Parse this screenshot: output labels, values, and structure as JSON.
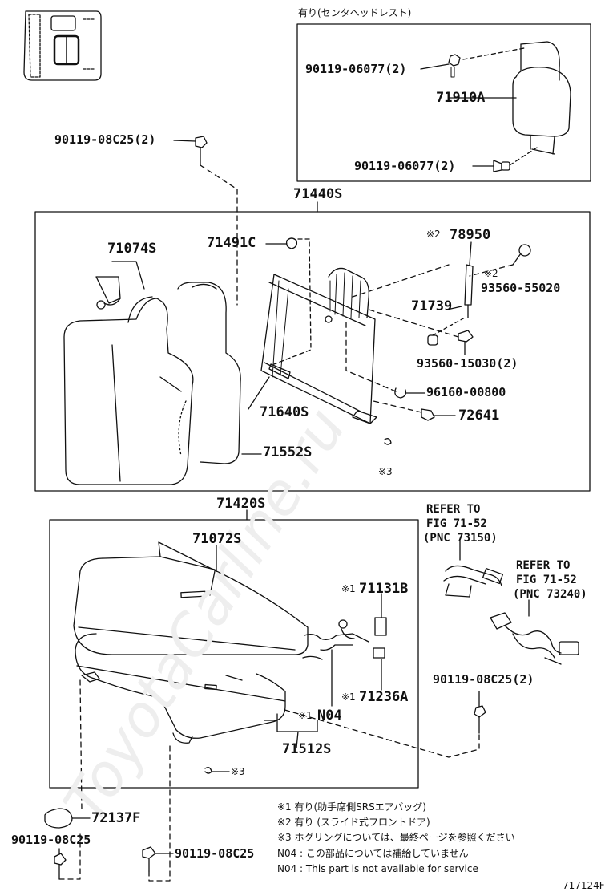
{
  "header_note": "有り(センタヘッドレスト)",
  "inset_parts": {
    "bolt_upper": "90119-06077(2)",
    "headrest": "71910A",
    "bolt_lower": "90119-06077(2)"
  },
  "back_assembly": {
    "top_bolt": "90119-08C25(2)",
    "assembly": "71440S",
    "frame_cover": "71074S",
    "clip": "71491C",
    "lock_note_mark": "※2",
    "lock": "78950",
    "bolt_note_mark": "※2",
    "bolt": "93560-55020",
    "bushing": "71739",
    "bolt2": "93560-15030(2)",
    "ring": "96160-00800",
    "frame": "71640S",
    "pin": "72641",
    "pad": "71552S",
    "hog_ring": "※3"
  },
  "cushion_assembly": {
    "assembly": "71420S",
    "cover": "71072S",
    "sensor_mark": "※1",
    "sensor": "71131B",
    "bracket_mark": "※1",
    "bracket": "71236A",
    "n04_mark": "※1",
    "n04": "N04",
    "pad": "71512S",
    "hog_ring": "※3",
    "cap": "72137F",
    "bolt_left": "90119-08C25",
    "bolt_mid": "90119-08C25",
    "bolt_right": "90119-08C25(2)"
  },
  "references": [
    {
      "line1": "REFER TO",
      "line2": "FIG 71-52",
      "line3": "(PNC 73150)"
    },
    {
      "line1": "REFER TO",
      "line2": "FIG 71-52",
      "line3": "(PNC 73240)"
    }
  ],
  "notes": [
    "※1 有り(助手席側SRSエアバッグ)",
    "※2 有り (スライド式フロントドア)",
    "※3 ホグリングについては、最終ページを参照ください",
    "N04 : この部品については補給していません",
    "N04 : This part is not available for service"
  ],
  "figure_id": "717124F"
}
